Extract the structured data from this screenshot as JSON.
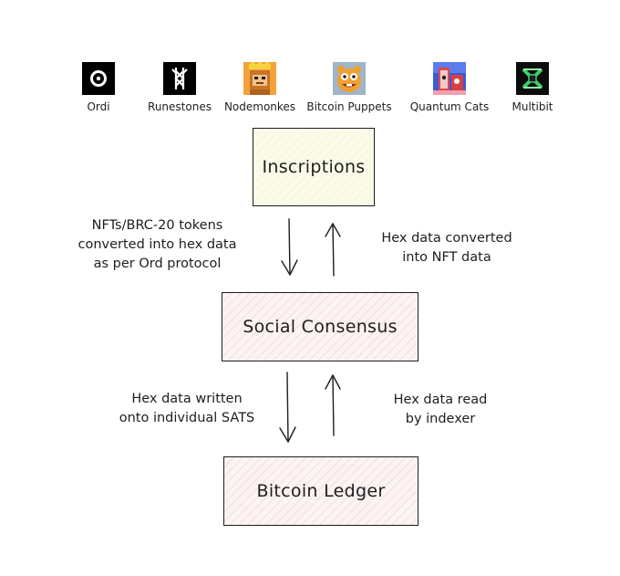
{
  "projects": [
    {
      "name": "Ordi",
      "icon": "ordi-logo-icon"
    },
    {
      "name": "Runestones",
      "icon": "runestones-logo-icon"
    },
    {
      "name": "Nodemonkes",
      "icon": "nodemonkes-logo-icon"
    },
    {
      "name": "Bitcoin Puppets",
      "icon": "bitcoin-puppets-logo-icon"
    },
    {
      "name": "Quantum Cats",
      "icon": "quantum-cats-logo-icon"
    },
    {
      "name": "Multibit",
      "icon": "multibit-logo-icon"
    }
  ],
  "layers": {
    "inscriptions": "Inscriptions",
    "consensus": "Social Consensus",
    "ledger": "Bitcoin Ledger"
  },
  "flows": {
    "down_to_consensus": "NFTs/BRC-20 tokens\nconverted into hex data\nas per Ord protocol",
    "up_to_inscriptions": "Hex data converted\ninto NFT data",
    "down_to_ledger": "Hex data written\nonto individual SATS",
    "up_to_consensus": "Hex data read\nby indexer"
  },
  "colors": {
    "stroke": "#1e1e1e",
    "inscriptions_fill": "#fbfbe9",
    "consensus_fill": "#fcf3f3",
    "ledger_fill": "#fcf3f3"
  }
}
